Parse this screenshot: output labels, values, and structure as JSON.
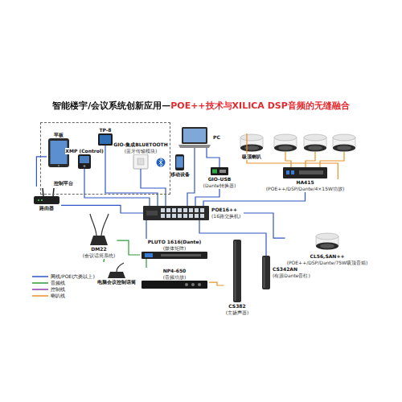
{
  "diagram": {
    "title": "智能楼宇/会议系统创新应用—POE++技术与XILICA DSP音频的无缝融合",
    "nodes": [
      {
        "text": [
          "控制平台"
        ]
      },
      {
        "text": [
          "平板"
        ],
        "in": 0
      },
      {
        "text": [
          "TP-8"
        ],
        "in": 0
      },
      {
        "text": [
          "XMP (Control)"
        ],
        "in": 0
      },
      {
        "text": [
          "GIO-集成BLUETOOTH",
          "(蓝牙传输模块)"
        ],
        "in": 0
      },
      {
        "text": [
          "移动设备"
        ]
      },
      {
        "text": [
          "PC"
        ]
      },
      {
        "text": [
          "GIO-USB",
          "(Dante转换器)"
        ]
      },
      {
        "text": [
          "吸顶喇叭"
        ]
      },
      {
        "text": [
          "HA415",
          "(POE++/DSP/Dante/4×15W功放)"
        ]
      },
      {
        "text": [
          "路由器"
        ]
      },
      {
        "text": [
          "POE16++",
          "(16路交换机)"
        ]
      },
      {
        "text": [
          "DM22",
          "(会议话筒系统)"
        ]
      },
      {
        "text": [
          "PLUTO 1616(Dante)",
          "(媒体矩阵)"
        ]
      },
      {
        "text": [
          "电脑会议控制话筒"
        ]
      },
      {
        "text": [
          "NP4-650",
          "(音频功放)"
        ]
      },
      {
        "text": [
          "CL56,SAN++",
          "(POE++/DSP/Dante/75W吸顶音箱)"
        ]
      },
      {
        "text": [
          "CS382",
          "(主扬声器)"
        ]
      },
      {
        "text": [
          "CS342AN",
          "(有源Dante音柱)"
        ]
      }
    ],
    "edges": [
      {
        "from": 10,
        "to": 11,
        "arrow": "none"
      },
      {
        "from": 10,
        "to": 1,
        "arrow": "none"
      },
      {
        "from": 2,
        "to": 11,
        "arrow": "none"
      },
      {
        "from": 3,
        "to": 11,
        "arrow": "none"
      },
      {
        "from": 4,
        "to": 11,
        "arrow": "none"
      },
      {
        "from": 6,
        "to": 11,
        "arrow": "none"
      },
      {
        "from": 7,
        "to": 11,
        "arrow": "none"
      },
      {
        "from": 9,
        "to": 11,
        "arrow": "none"
      },
      {
        "from": 16,
        "to": 11,
        "arrow": "none"
      },
      {
        "from": 18,
        "to": 11,
        "arrow": "none"
      },
      {
        "from": 13,
        "to": 11,
        "arrow": "none"
      },
      {
        "from": 12,
        "to": 13,
        "arrow": "none"
      },
      {
        "from": 13,
        "to": 15,
        "arrow": "none"
      },
      {
        "from": 15,
        "to": 17,
        "arrow": "none"
      },
      {
        "from": 9,
        "to": 8,
        "arrow": "none"
      },
      {
        "from": 14,
        "to": 12,
        "arrow": "none"
      },
      {
        "from": 6,
        "to": 7,
        "arrow": "none"
      }
    ],
    "legend": [
      {
        "text": "网线/POE(六类以上)"
      },
      {
        "text": "音频线"
      },
      {
        "text": "控制线"
      },
      {
        "text": "喇叭线"
      }
    ]
  }
}
